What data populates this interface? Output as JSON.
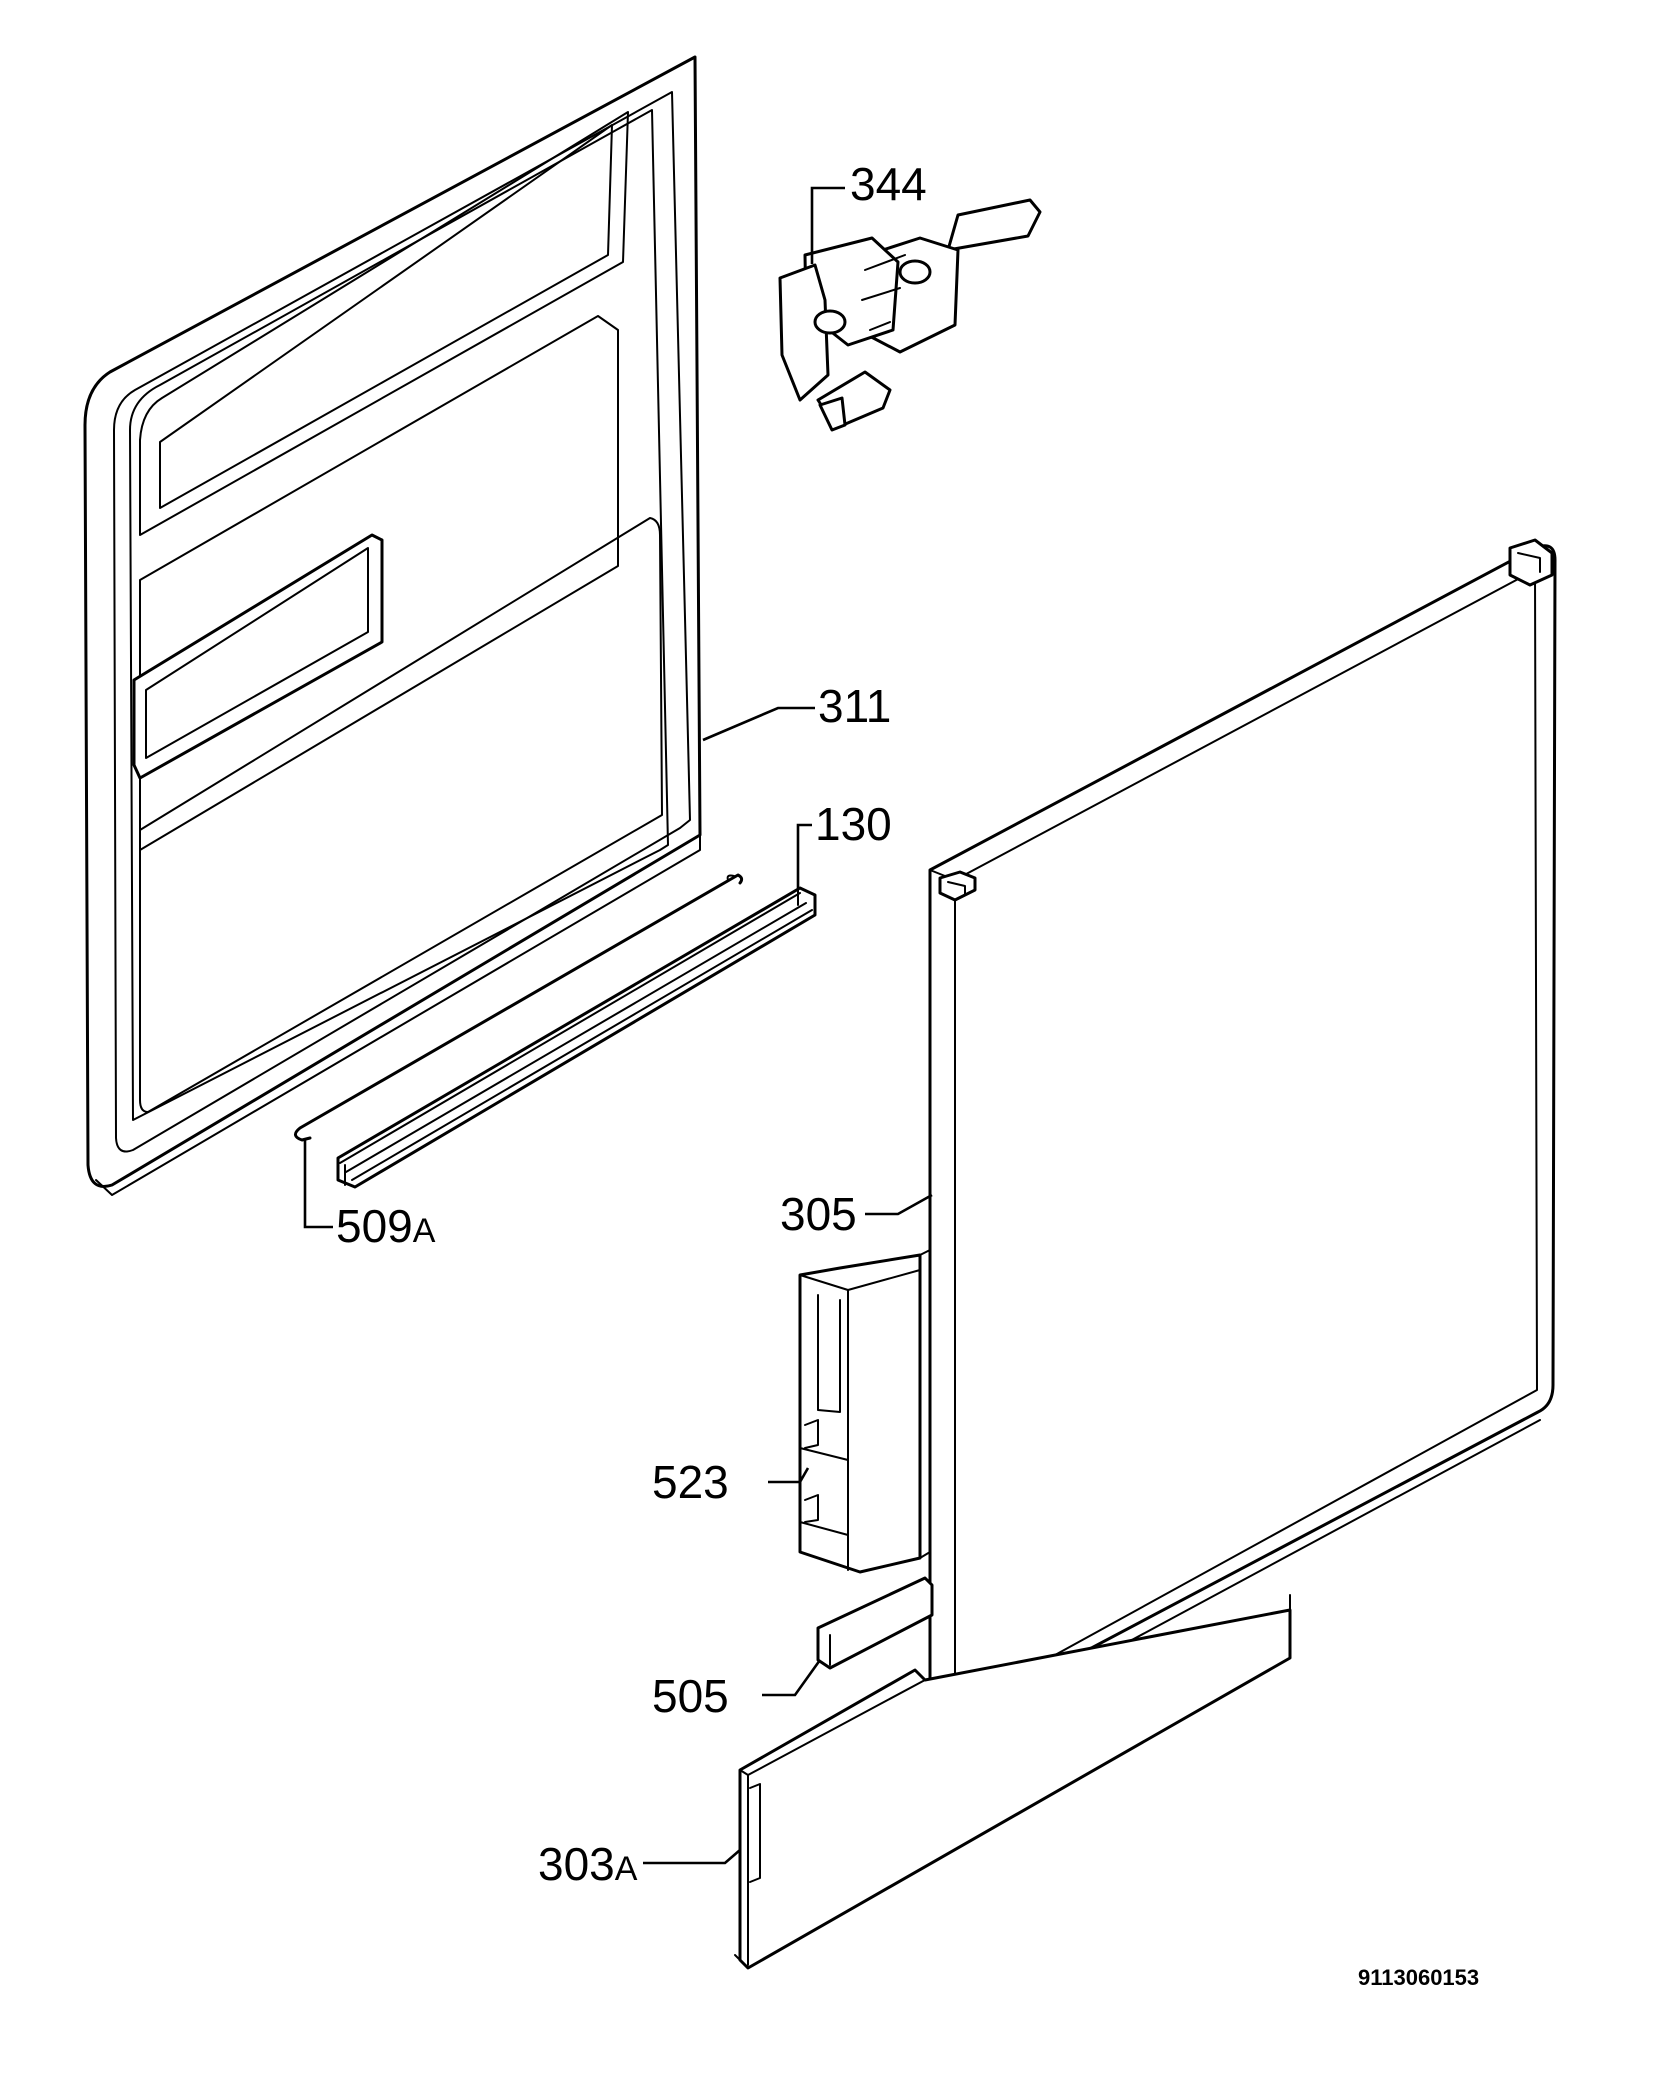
{
  "labels": {
    "p344": "344",
    "p311": "311",
    "p130": "130",
    "p509": "509",
    "p509_suffix": "A",
    "p305": "305",
    "p523": "523",
    "p505": "505",
    "p303": "303",
    "p303_suffix": "A"
  },
  "document_number": "9113060153",
  "colors": {
    "line": "#000000",
    "background": "#ffffff"
  }
}
